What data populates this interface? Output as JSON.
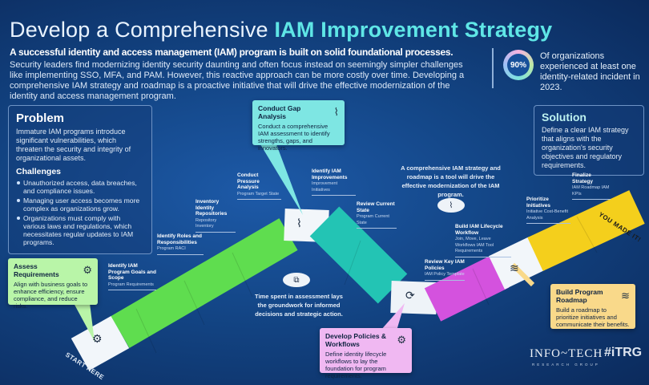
{
  "title": {
    "plain": "Develop a Comprehensive ",
    "highlight": "IAM Improvement Strategy"
  },
  "subtitle": "A successful identity and access management (IAM) program is built on solid foundational processes.",
  "intro": "Security leaders find modernizing identity security daunting and often focus instead on seemingly simpler challenges like implementing SSO, MFA, and PAM. However, this reactive approach can be more costly over time. Developing a comprehensive IAM strategy and roadmap is a proactive initiative that will drive the effective modernization of the identity and access management program.",
  "stat": {
    "value": "90%",
    "text": "Of organizations experienced at least one identity-related incident in 2023."
  },
  "problem": {
    "title": "Problem",
    "text": "Immature IAM programs introduce significant vulnerabilities, which threaten the security and integrity of organizational assets.",
    "challenges_title": "Challenges",
    "challenges": [
      "Unauthorized access, data breaches, and compliance issues.",
      "Managing user access becomes more complex as organizations grow.",
      "Organizations must comply with various laws and regulations, which necessitates regular updates to IAM programs."
    ]
  },
  "solution": {
    "title": "Solution",
    "text": "Define a clear IAM strategy that aligns with the organization's security objectives and regulatory requirements."
  },
  "callouts": [
    {
      "title": "Assess Requirements",
      "text": "Align with business goals to enhance efficiency, ensure compliance, and reduce risks.",
      "color": "#b9f5a8"
    },
    {
      "title": "Conduct Gap Analysis",
      "text": "Conduct a comprehensive IAM assessment to identify strengths, gaps, and innovators.",
      "color": "#7ee6e3"
    },
    {
      "title": "Develop Policies & Workflows",
      "text": "Define identity lifecycle workflows to lay the foundation for program requirements.",
      "color": "#f0b8f2"
    },
    {
      "title": "Build Program Roadmap",
      "text": "Build a roadmap to prioritize initiatives and communicate their benefits.",
      "color": "#f9d98a"
    }
  ],
  "steps": [
    {
      "title": "Identify IAM Program Goals and Scope",
      "detail": "Program Requirements"
    },
    {
      "title": "Identify Roles and Responsibilities",
      "detail": "Program RACI"
    },
    {
      "title": "Inventory Identity Repositories",
      "detail": "Repository Inventory"
    },
    {
      "title": "Conduct Pressure Analysis",
      "detail": "Program Target State"
    },
    {
      "title": "Identify IAM Improvements",
      "detail": "Improvement Initiatives"
    },
    {
      "title": "Review Current State",
      "detail": "Program Current State"
    },
    {
      "title": "Review Key IAM Policies",
      "detail": "IAM Policy Template"
    },
    {
      "title": "Build IAM Lifecycle Workflow",
      "detail": "Join, Move, Leave Workflows IAM Tool Requirements"
    },
    {
      "title": "Prioritize Initiatives",
      "detail": "Initiative Cost-Benefit Analysis"
    },
    {
      "title": "Finalize Strategy",
      "detail": "IAM Roadmap IAM KPIs"
    }
  ],
  "notes": [
    "Time spent in assessment lays the groundwork for informed decisions and strategic action.",
    "A comprehensive IAM strategy and roadmap is a tool will drive the effective modernization of the IAM program."
  ],
  "start_label": "START HERE",
  "end_label": "YOU MADE IT!",
  "logos": {
    "infotech": "INFO~TECH",
    "infotech_sub": "RESEARCH GROUP",
    "itrg": "#iTRG"
  }
}
